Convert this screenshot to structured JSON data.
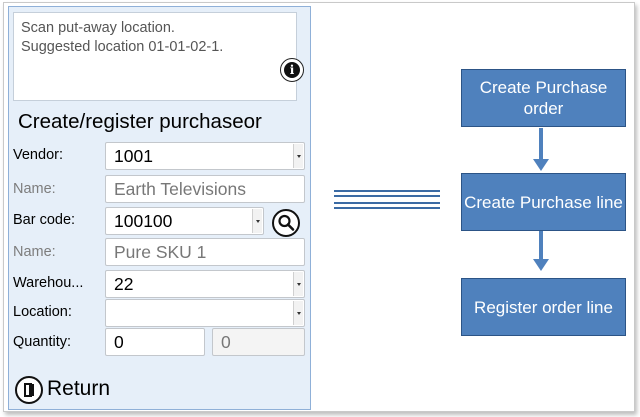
{
  "device": {
    "message_line1": "Scan put-away location.",
    "message_line2": "Suggested location 01-01-02-1.",
    "title": "Create/register purchaseor",
    "fields": {
      "vendor_label": "Vendor:",
      "vendor_value": "1001",
      "vendor_name_label": "Name:",
      "vendor_name_value": "Earth Televisions",
      "barcode_label": "Bar code:",
      "barcode_value": "100100",
      "item_name_label": "Name:",
      "item_name_value": "Pure SKU 1",
      "warehouse_label": "Warehou...",
      "warehouse_value": "22",
      "location_label": "Location:",
      "location_value": "",
      "quantity_label": "Quantity:",
      "quantity_value": "0",
      "quantity_readonly_value": "0"
    },
    "return_label": "Return",
    "icons": {
      "info": "info-icon",
      "search": "search-icon",
      "return": "return-icon"
    }
  },
  "flowchart": {
    "step1": "Create Purchase order",
    "step2": "Create Purchase line",
    "step3": "Register order line"
  },
  "colors": {
    "panel_bg": "#e6eff9",
    "flow_box": "#4f81bd",
    "flow_border": "#2c5486",
    "equals_sign": "#3b6ba4"
  }
}
